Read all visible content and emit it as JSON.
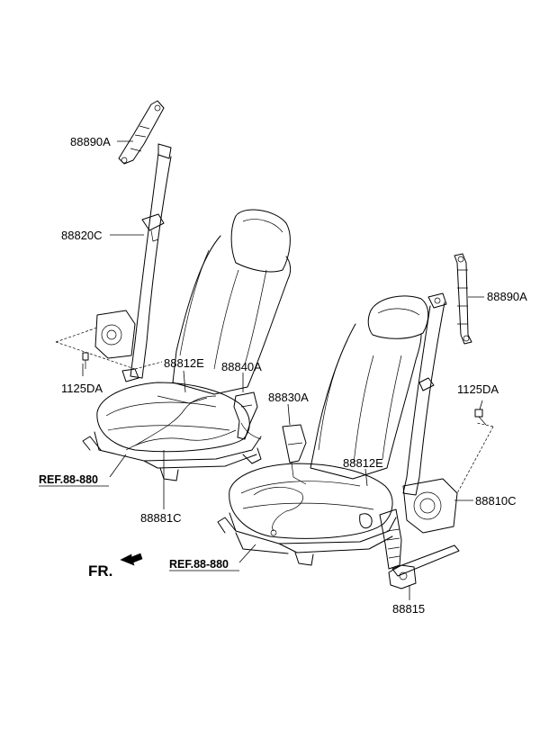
{
  "labels": {
    "p88890a_left": "88890A",
    "p88820c": "88820C",
    "p1125da_left": "1125DA",
    "p88812e_left": "88812E",
    "p88840a": "88840A",
    "p88830a": "88830A",
    "p88881c": "88881C",
    "p88890a_right": "88890A",
    "p1125da_right": "1125DA",
    "p88812e_right": "88812E",
    "p88810c": "88810C",
    "p88815": "88815",
    "ref_left": "REF.88-880",
    "ref_right": "REF.88-880",
    "fr": "FR."
  }
}
